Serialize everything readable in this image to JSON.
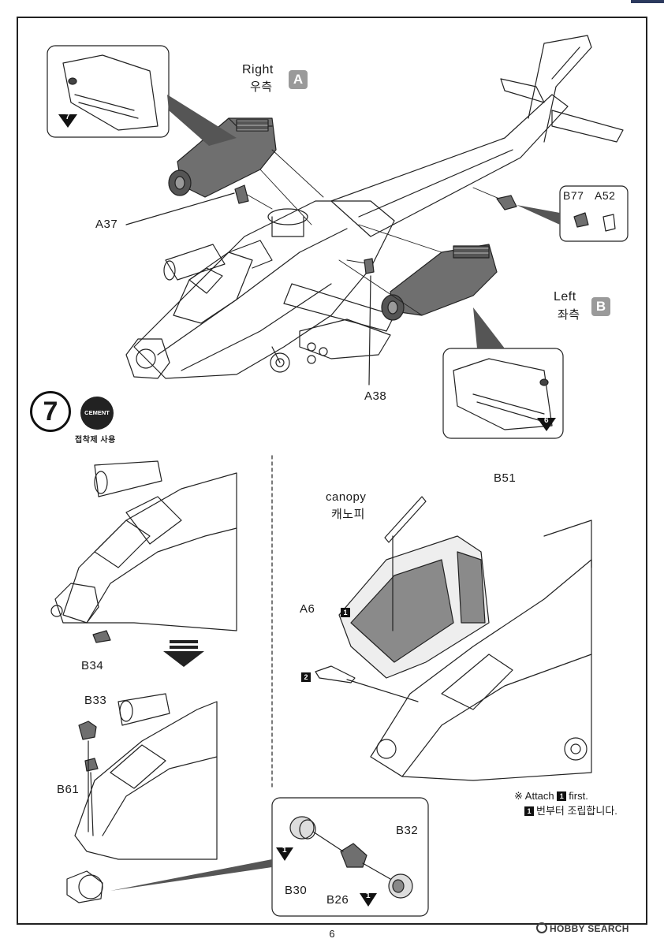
{
  "step": {
    "number": "7",
    "cement_label": "CEMENT",
    "cement_korean": "접착제 사용"
  },
  "callouts": {
    "right_en": "Right",
    "right_kr": "우측",
    "right_badge": "A",
    "left_en": "Left",
    "left_kr": "좌측",
    "left_badge": "B",
    "detail_top_ref": "7",
    "detail_bottom_ref": "6"
  },
  "parts": {
    "A37": "A37",
    "A38": "A38",
    "B77": "B77",
    "A52": "A52",
    "B34": "B34",
    "B33": "B33",
    "B61": "B61",
    "canopy_en": "canopy",
    "canopy_kr": "캐노피",
    "B51": "B51",
    "A6": "A6",
    "B32": "B32",
    "B30": "B30",
    "B26": "B26",
    "seq1": "1",
    "seq2": "2"
  },
  "detail_refs": {
    "b30": "1",
    "b26": "1"
  },
  "note": {
    "line1_prefix": "※ Attach",
    "line1_num": "1",
    "line1_suffix": "first.",
    "line2_num": "1",
    "line2_suffix": "번부터 조립합니다."
  },
  "footer": {
    "page_number": "6",
    "watermark": "HOBBY SEARCH"
  },
  "colors": {
    "badge_gray": "#9a9a9a",
    "part_fill": "#6f6f6f",
    "line": "#222222"
  }
}
